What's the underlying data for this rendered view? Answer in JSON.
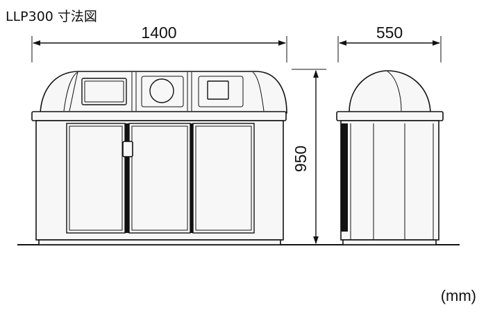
{
  "title": "LLP300 寸法図",
  "dimensions": {
    "width": "1400",
    "depth": "550",
    "height": "950"
  },
  "unit_label": "(mm)"
}
